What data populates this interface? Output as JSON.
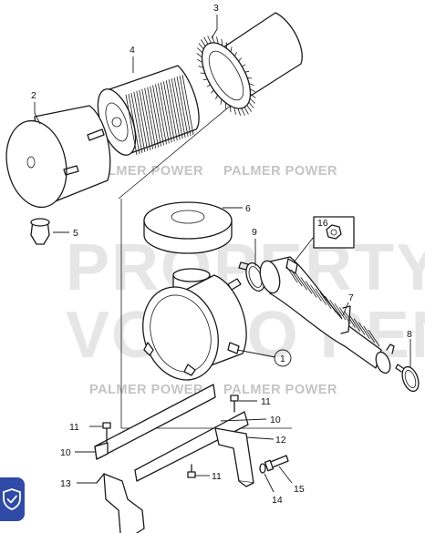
{
  "callouts": {
    "p1": "1",
    "p2": "2",
    "p3": "3",
    "p4": "4",
    "p5": "5",
    "p6": "6",
    "p7": "7",
    "p8": "8",
    "p9": "9",
    "p10a": "10",
    "p10b": "10",
    "p11a": "11",
    "p11b": "11",
    "p11c": "11",
    "p12": "12",
    "p13": "13",
    "p14": "14",
    "p15": "15",
    "p16": "16"
  },
  "watermarks": {
    "brand_1": "PALMER POWER",
    "brand_2": "PALMER POWER",
    "brand_3": "PALMER POWER",
    "brand_4": "PALMER POWER",
    "property_line1": "PROPERTY OF",
    "property_line2": "VOLVO PENTA"
  },
  "badge": {
    "icon": "shield-check-icon",
    "color": "#2f4aa7"
  }
}
